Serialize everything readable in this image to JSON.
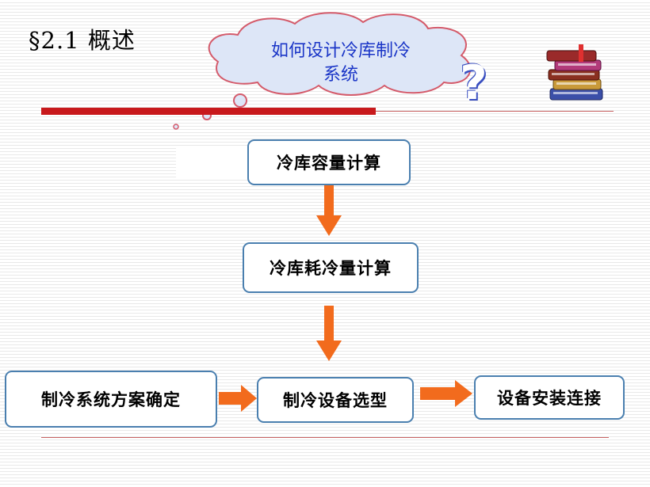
{
  "slide": {
    "title": "§2.1 概述",
    "cloud_text_line1": "如何设计冷库制冷",
    "cloud_text_line2": "系统"
  },
  "flow": {
    "step1": "冷库容量计算",
    "step2": "冷库耗冷量计算",
    "step3": "制冷系统方案确定",
    "step4": "制冷设备选型",
    "step5": "设备安装连接"
  },
  "colors": {
    "accent_red": "#c8191c",
    "arrow_orange": "#f26b1d",
    "box_border": "#4a7faf",
    "cloud_text": "#1a35c7",
    "cloud_fill": "#dde6f7"
  },
  "icons": {
    "books": "stack-of-books-icon",
    "question": "question-mark-icon"
  }
}
